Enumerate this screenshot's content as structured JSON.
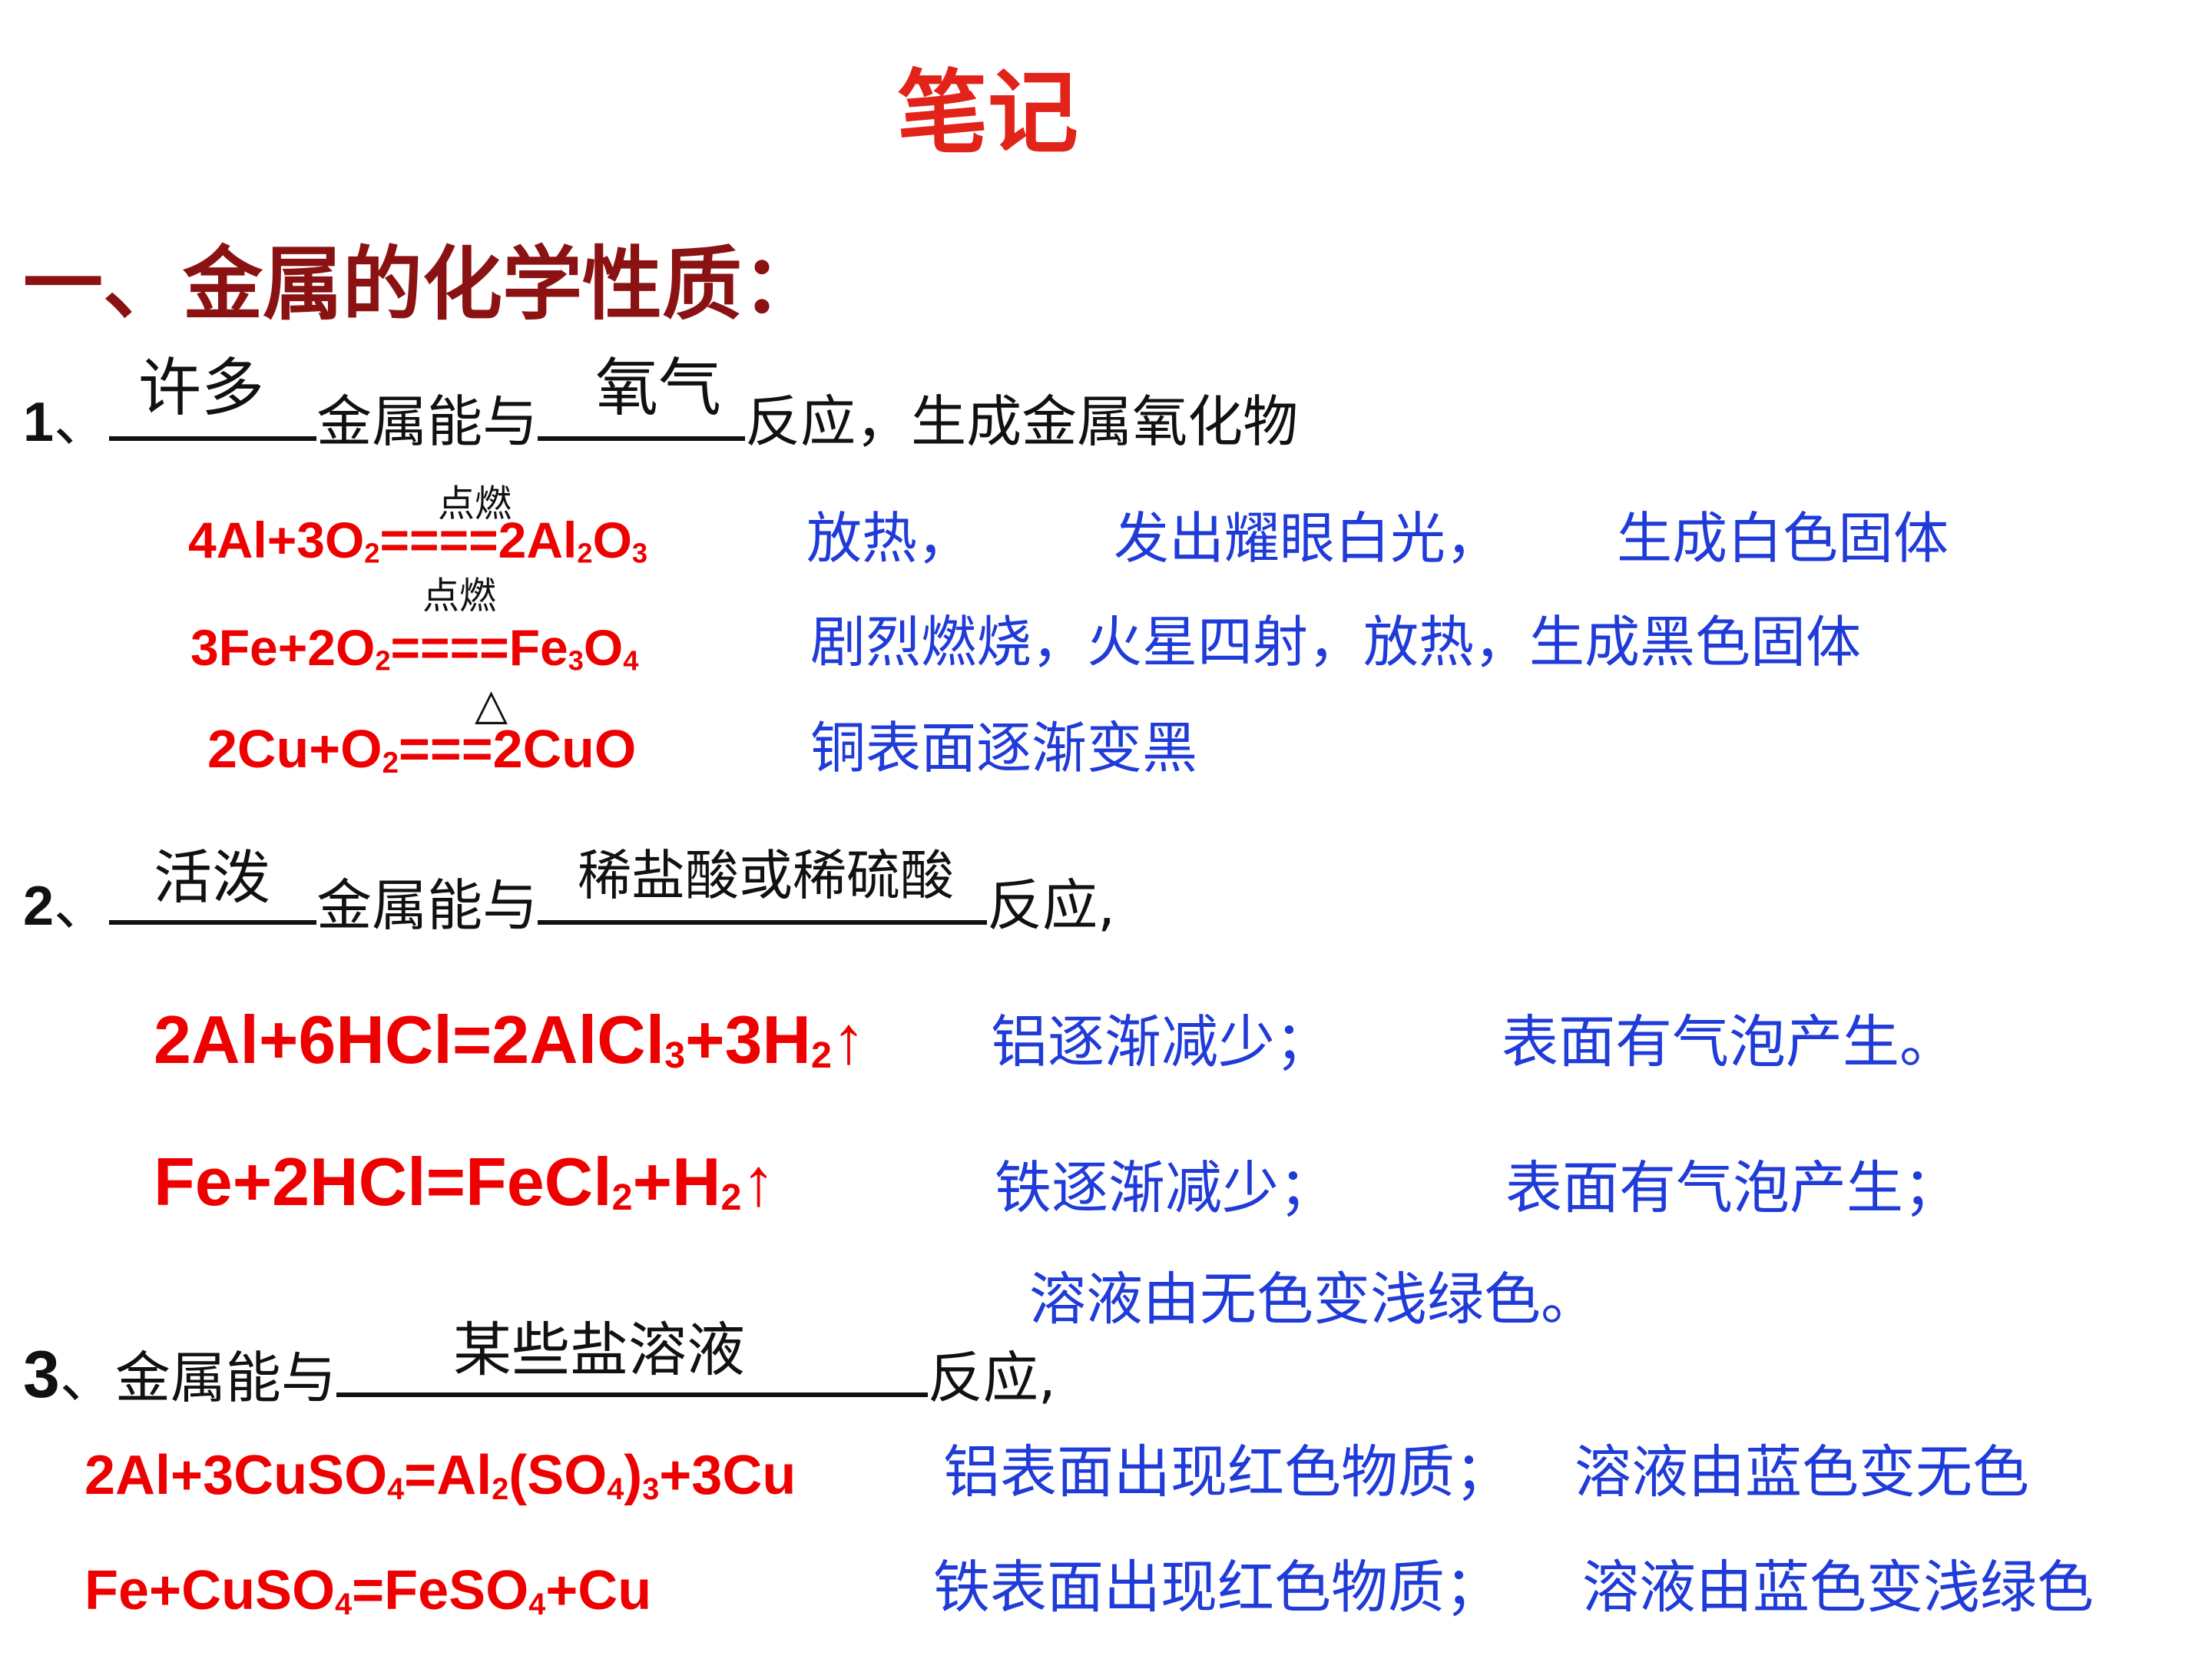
{
  "title": "笔记",
  "heading": "一、金属的化学性质：",
  "s1": {
    "num": "1",
    "sep": "、",
    "blank1": "许多",
    "t1": "金属能与",
    "blank2": "氧气",
    "t2": "反应，生成金属氧化物"
  },
  "s1_reactions": [
    {
      "cond": "点燃",
      "lhs": "4Al+3O",
      "s1": "2",
      "eq": "====2Al",
      "s2": "2",
      "o": "O",
      "s3": "3",
      "obs": [
        "放热，",
        "发出耀眼白光，",
        "生成白色固体"
      ]
    },
    {
      "cond": "点燃",
      "lhs": "3Fe+2O",
      "s1": "2",
      "eq": "====Fe",
      "s2": "3",
      "o": "O",
      "s3": "4",
      "obs": [
        "剧烈燃烧，火星四射，放热，生成黑色固体"
      ]
    },
    {
      "cond": "△",
      "lhs": "2Cu+O",
      "s1": "2",
      "eq": "===2CuO",
      "obs": [
        "铜表面逐渐变黑"
      ]
    }
  ],
  "s2": {
    "num": "2",
    "sep": "、",
    "blank1": "活泼",
    "t1": "金属能与",
    "blank2": "稀盐酸或稀硫酸",
    "t2": "反应,"
  },
  "s2_reactions": [
    {
      "a": "2Al+6HCl=2AlCl",
      "b": "3",
      "c": "+3H",
      "d": "2",
      "e": "↑",
      "obs1": "铝逐渐减少；",
      "obs2": "表面有气泡产生。"
    },
    {
      "a": "Fe+2HCl=FeCl",
      "b": "2",
      "c": "+H",
      "d": "2",
      "e": "↑",
      "obs1": "铁逐渐减少；",
      "obs2": "表面有气泡产生；",
      "obs3": "溶液由无色变浅绿色。"
    }
  ],
  "s3": {
    "num": "3",
    "sep": "、",
    "t1": "金属能与",
    "blank1": "某些盐溶液",
    "t2": "反应,"
  },
  "s3_reactions": [
    {
      "eq_a": "2Al+3CuSO",
      "eq_b": "4",
      "eq_c": "=Al",
      "eq_d": "2",
      "eq_e": "(SO",
      "eq_f": "4",
      "eq_g": ")",
      "eq_h": "3",
      "eq_i": "+3Cu",
      "obs1": "铝表面出现红色物质；",
      "obs2": "溶液由蓝色变无色"
    },
    {
      "eq_a": "Fe+CuSO",
      "eq_b": "4",
      "eq_c": "=FeSO",
      "eq_d": "4",
      "eq_e": "+Cu",
      "obs1": "铁表面出现红色物质；",
      "obs2": "溶液由蓝色变浅绿色"
    }
  ],
  "colors": {
    "title": "#e2231a",
    "heading": "#8b1212",
    "equation": "#ee0000",
    "observation": "#1f3bd8",
    "text": "#111111"
  }
}
